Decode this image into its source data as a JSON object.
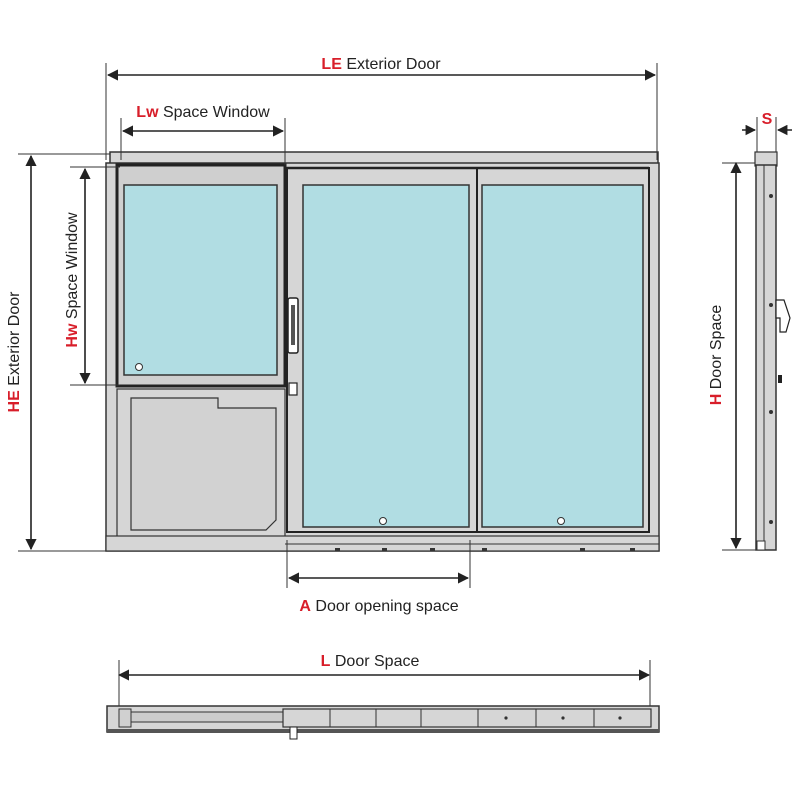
{
  "colors": {
    "accent": "#d81e2a",
    "glass": "#b1dde3",
    "frame": "#d6d6d6",
    "panel": "#d2d2d2",
    "line": "#222222"
  },
  "dimensions": {
    "le": {
      "code": "LE",
      "text": " Exterior Door"
    },
    "lw": {
      "code": "Lw",
      "text": " Space Window"
    },
    "hw": {
      "code": "Hw",
      "text": " Space Window"
    },
    "he": {
      "code": "HE",
      "text": " Exterior Door"
    },
    "a": {
      "code": "A",
      "text": " Door opening space"
    },
    "h": {
      "code": "H",
      "text": " Door Space"
    },
    "s": {
      "code": "S",
      "text": ""
    },
    "l": {
      "code": "L",
      "text": " Door Space"
    }
  }
}
